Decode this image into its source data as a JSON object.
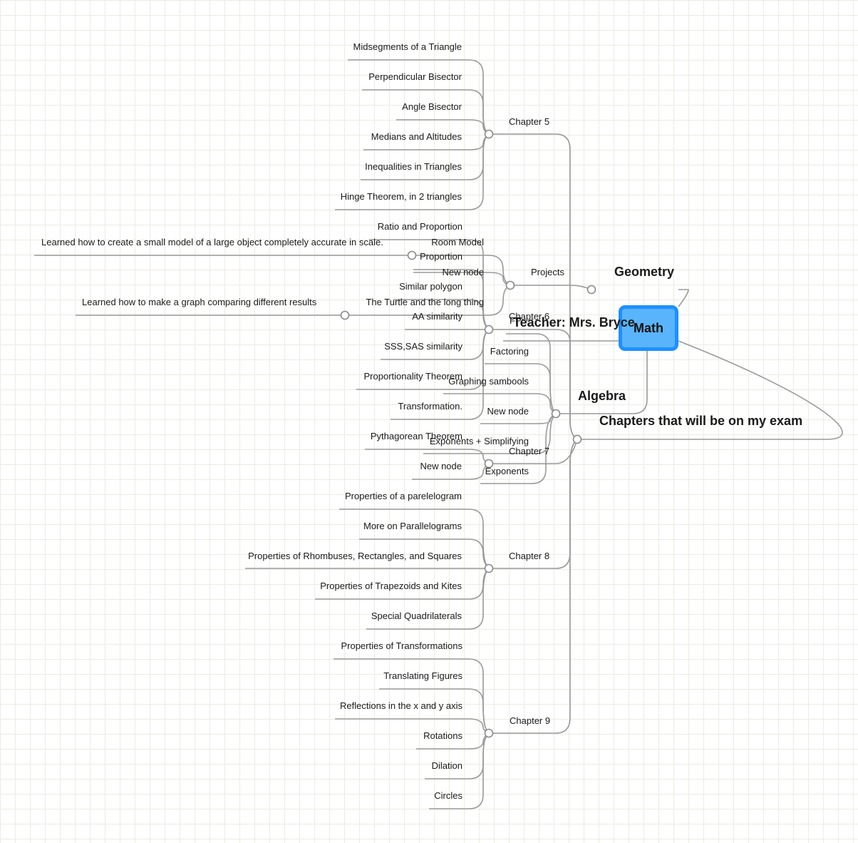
{
  "root": {
    "label": "Math"
  },
  "categories": {
    "geometry": "Geometry",
    "teacher": "Teacher: Mrs. Bryce",
    "algebra": "Algebra",
    "exam": "Chapters that will be on my exam"
  },
  "chapters": {
    "ch5": "Chapter 5",
    "projects": "Projects",
    "ch6": "Chapter 6",
    "ch7": "Chapter 7",
    "ch8": "Chapter 8",
    "ch9": "Chapter 9"
  },
  "ch5_items": [
    "Midsegments of a Triangle",
    "Perpendicular Bisector",
    "Angle Bisector",
    "Medians and Altitudes",
    "Inequalities in Triangles",
    "Hinge Theorem, in 2 triangles"
  ],
  "projects_items": {
    "room_model": "Room Model",
    "room_model_note": "Learned how to create a small model of a large object completely accurate in scale.",
    "new_node": "New node",
    "turtle": "The Turtle and the long thing",
    "turtle_note": "Learned how to make a graph comparing different results"
  },
  "ch6_items": [
    "Ratio and Proportion",
    "Proportion",
    "Similar polygon",
    "AA similarity",
    "SSS,SAS similarity",
    "Proportionality Theorem",
    "Transformation."
  ],
  "algebra_items": {
    "fp": "FP",
    "factoring": "Factoring",
    "graphing": "Graphing sambools",
    "new_node": "New node",
    "exponents_simplifying": "Exponents + Simplifying",
    "exponents": "Exponents"
  },
  "ch7_items": [
    "Pythagorean Theorem",
    "New node"
  ],
  "ch8_items": [
    "Properties of a parelelogram",
    "More on Parallelograms",
    "Properties of Rhombuses, Rectangles, and Squares",
    "Properties of Trapezoids and Kites",
    "Special Quadrilaterals"
  ],
  "ch9_items": [
    "Properties of Transformations",
    "Translating Figures",
    "Reflections in the x and y axis",
    "Rotations",
    "Dilation",
    "Circles"
  ]
}
